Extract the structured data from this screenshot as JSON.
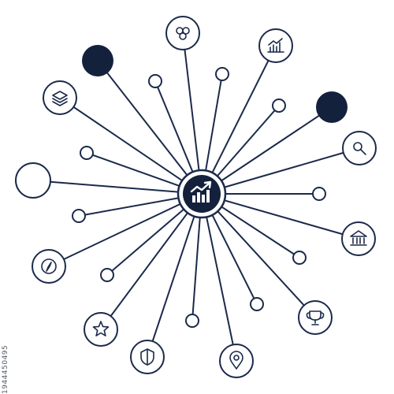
{
  "colors": {
    "stroke": "#1b2a4a",
    "fill_dark": "#14213d",
    "background": "#ffffff"
  },
  "hub": {
    "icon": "growth-chart-icon"
  },
  "spokes": [
    {
      "kind": "icon",
      "icon": "coins-icon"
    },
    {
      "kind": "icon",
      "icon": "bar-chart-icon"
    },
    {
      "kind": "filled-dot"
    },
    {
      "kind": "icon",
      "icon": "magnifier-icon"
    },
    {
      "kind": "small-dot"
    },
    {
      "kind": "icon",
      "icon": "bank-icon"
    },
    {
      "kind": "small-dot"
    },
    {
      "kind": "small-dot"
    },
    {
      "kind": "icon",
      "icon": "trophy-icon"
    },
    {
      "kind": "icon",
      "icon": "location-pin-icon"
    },
    {
      "kind": "small-dot"
    },
    {
      "kind": "icon",
      "icon": "shield-icon"
    },
    {
      "kind": "icon",
      "icon": "star-icon"
    },
    {
      "kind": "small-dot"
    },
    {
      "kind": "icon",
      "icon": "compass-icon"
    },
    {
      "kind": "small-dot"
    },
    {
      "kind": "empty-circle"
    },
    {
      "kind": "small-dot"
    },
    {
      "kind": "icon",
      "icon": "layers-icon"
    },
    {
      "kind": "filled-dot"
    },
    {
      "kind": "small-dot"
    },
    {
      "kind": "small-dot"
    },
    {
      "kind": "small-dot"
    }
  ],
  "side_id": "1944450495"
}
